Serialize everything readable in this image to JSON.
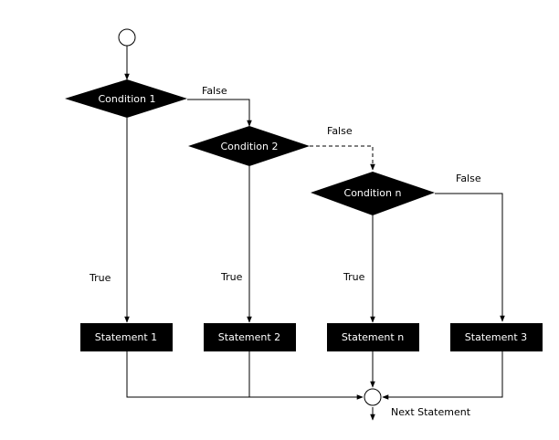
{
  "colors": {
    "node_fill": "#000000",
    "node_text": "#ffffff",
    "line": "#000000",
    "background": "#ffffff"
  },
  "diagram": {
    "conditions": [
      "Condition 1",
      "Condition 2",
      "Condition n"
    ],
    "statements": [
      "Statement 1",
      "Statement 2",
      "Statement n",
      "Statement 3"
    ],
    "edge_labels": {
      "false_1": "False",
      "false_2": "False",
      "false_3": "False",
      "true_1": "True",
      "true_2": "True",
      "true_3": "True"
    },
    "next_statement": "Next Statement"
  }
}
